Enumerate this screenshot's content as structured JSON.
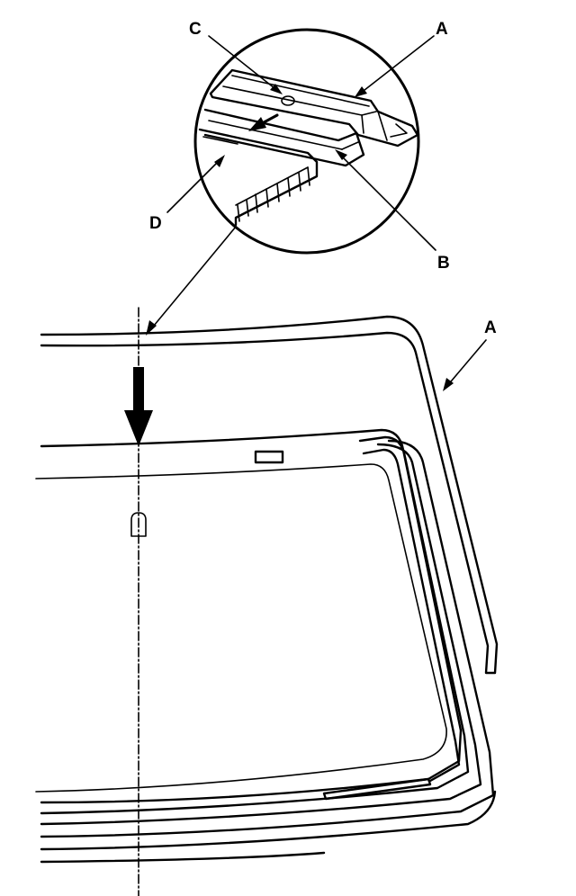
{
  "diagram": {
    "callouts": {
      "c": "C",
      "a_detail": "A",
      "d": "D",
      "b": "B",
      "a_main": "A"
    },
    "colors": {
      "ink": "#000000",
      "paper": "#ffffff"
    }
  }
}
